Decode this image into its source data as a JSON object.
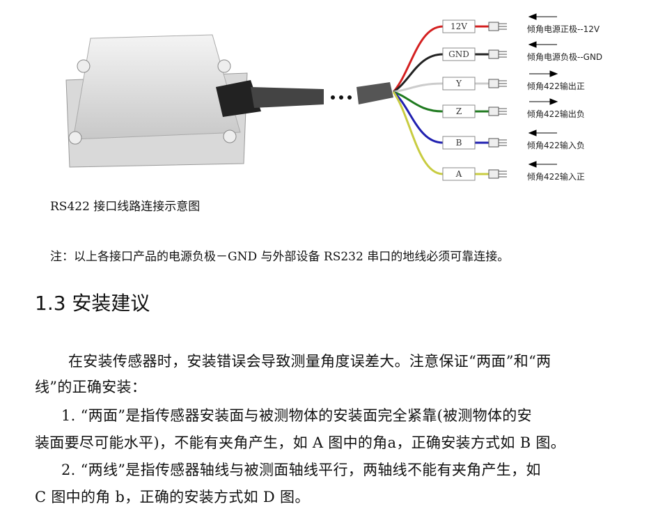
{
  "figure": {
    "wires": [
      {
        "label": "12V",
        "desc": "倾角电源正极--12V",
        "color": "#d42020",
        "arrow": "left"
      },
      {
        "label": "GND",
        "desc": "倾角电源负极--GND",
        "color": "#222222",
        "arrow": "left"
      },
      {
        "label": "Y",
        "desc": "倾角422输出正",
        "color": "#cccccc",
        "arrow": "right"
      },
      {
        "label": "Z",
        "desc": "倾角422输出负",
        "color": "#1f7a1f",
        "arrow": "right"
      },
      {
        "label": "B",
        "desc": "倾角422输入负",
        "color": "#2020b0",
        "arrow": "left"
      },
      {
        "label": "A",
        "desc": "倾角422输入正",
        "color": "#c8cc40",
        "arrow": "left"
      }
    ],
    "caption": "RS422 接口线路连接示意图"
  },
  "note": "注：以上各接口产品的电源负极－GND 与外部设备 RS232 串口的地线必须可靠连接。",
  "section": {
    "heading": "1.3 安装建议",
    "paragraphs": [
      "在安装传感器时，安装错误会导致测量角度误差大。注意保证“两面”和“两",
      "线”的正确安装：",
      "1. “两面”是指传感器安装面与被测物体的安装面完全紧靠(被测物体的安",
      "装面要尽可能水平)，不能有夹角产生，如 A 图中的角a，正确安装方式如 B 图。",
      "2. “两线”是指传感器轴线与被测面轴线平行，两轴线不能有夹角产生，如",
      "C 图中的角 b，正确的安装方式如 D 图。"
    ]
  }
}
